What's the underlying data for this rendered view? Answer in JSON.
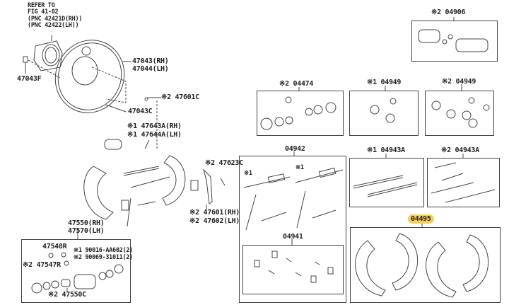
{
  "reference_note": [
    "REFER TO",
    "FIG 41-02",
    "(PNC 42421D(RH))",
    "(PNC 42422(LH))"
  ],
  "labels": {
    "backing_plate": [
      "47043(RH)",
      "47044(LH)"
    ],
    "nut": "47043F",
    "bolt": "47043C",
    "pin": "※2 47601C",
    "adjuster": [
      "※1 47643A(RH)",
      "※1 47644A(LH)"
    ],
    "lever_pin": "※2 47623C",
    "lever": [
      "※2 47601(RH)",
      "※2 47602(LH)"
    ],
    "wheel_cylinder": [
      "47550(RH)",
      "47570(LH)"
    ],
    "bleeder_cap": "47548R",
    "bleeder_plug": "※2 47547R",
    "bolt1": "※1 90016-AA602(2)",
    "bolt2": "※2 90069-31011(2)",
    "cylinder_kit": "※2 47550C"
  },
  "kits": [
    {
      "id": "k04906",
      "label": "※2 04906"
    },
    {
      "id": "k04474",
      "label": "※2 04474"
    },
    {
      "id": "k04949a",
      "label": "※1 04949"
    },
    {
      "id": "k04949b",
      "label": "※2 04949"
    },
    {
      "id": "k04942",
      "label": "04942",
      "inner_marks": [
        "※1",
        "※1"
      ]
    },
    {
      "id": "k04941",
      "label": "04941"
    },
    {
      "id": "k04943a",
      "label": "※1 04943A"
    },
    {
      "id": "k04943b",
      "label": "※2 04943A"
    },
    {
      "id": "k04495",
      "label": "04495",
      "highlighted": true
    }
  ],
  "colors": {
    "highlight": "#f6cf56",
    "line": "#444444"
  }
}
